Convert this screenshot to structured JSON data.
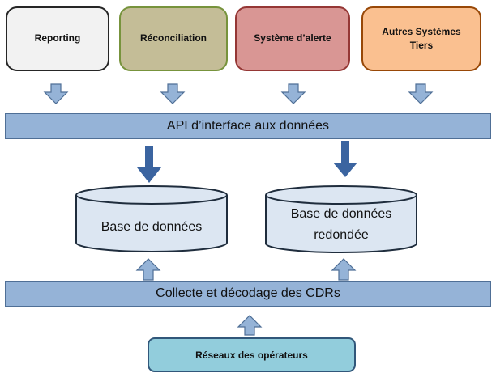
{
  "diagram": {
    "top_systems": [
      {
        "label": "Reporting",
        "fill": "#f2f2f2",
        "border": "#262626"
      },
      {
        "label": "Réconciliation",
        "fill": "#c4bd97",
        "border": "#77933c"
      },
      {
        "label": "Système d’alerte",
        "fill": "#d99694",
        "border": "#953735"
      },
      {
        "label": "Autres Systèmes Tiers",
        "fill": "#fac090",
        "border": "#984807"
      }
    ],
    "api_layer": {
      "label": "API d’interface aux données"
    },
    "databases": [
      {
        "label": "Base de données"
      },
      {
        "label": "Base de données redondée"
      }
    ],
    "collect_layer": {
      "label": "Collecte et décodage des CDRs"
    },
    "source": {
      "label": "Réseaux des opérateurs"
    },
    "colors": {
      "layer_fill": "#95b3d7",
      "layer_border": "#4f6f96",
      "arrow_light": "#95b3d7",
      "arrow_dark": "#3b64a0",
      "db_fill": "#dce6f2",
      "db_border": "#1f2d3d",
      "source_fill": "#92cddc"
    }
  }
}
